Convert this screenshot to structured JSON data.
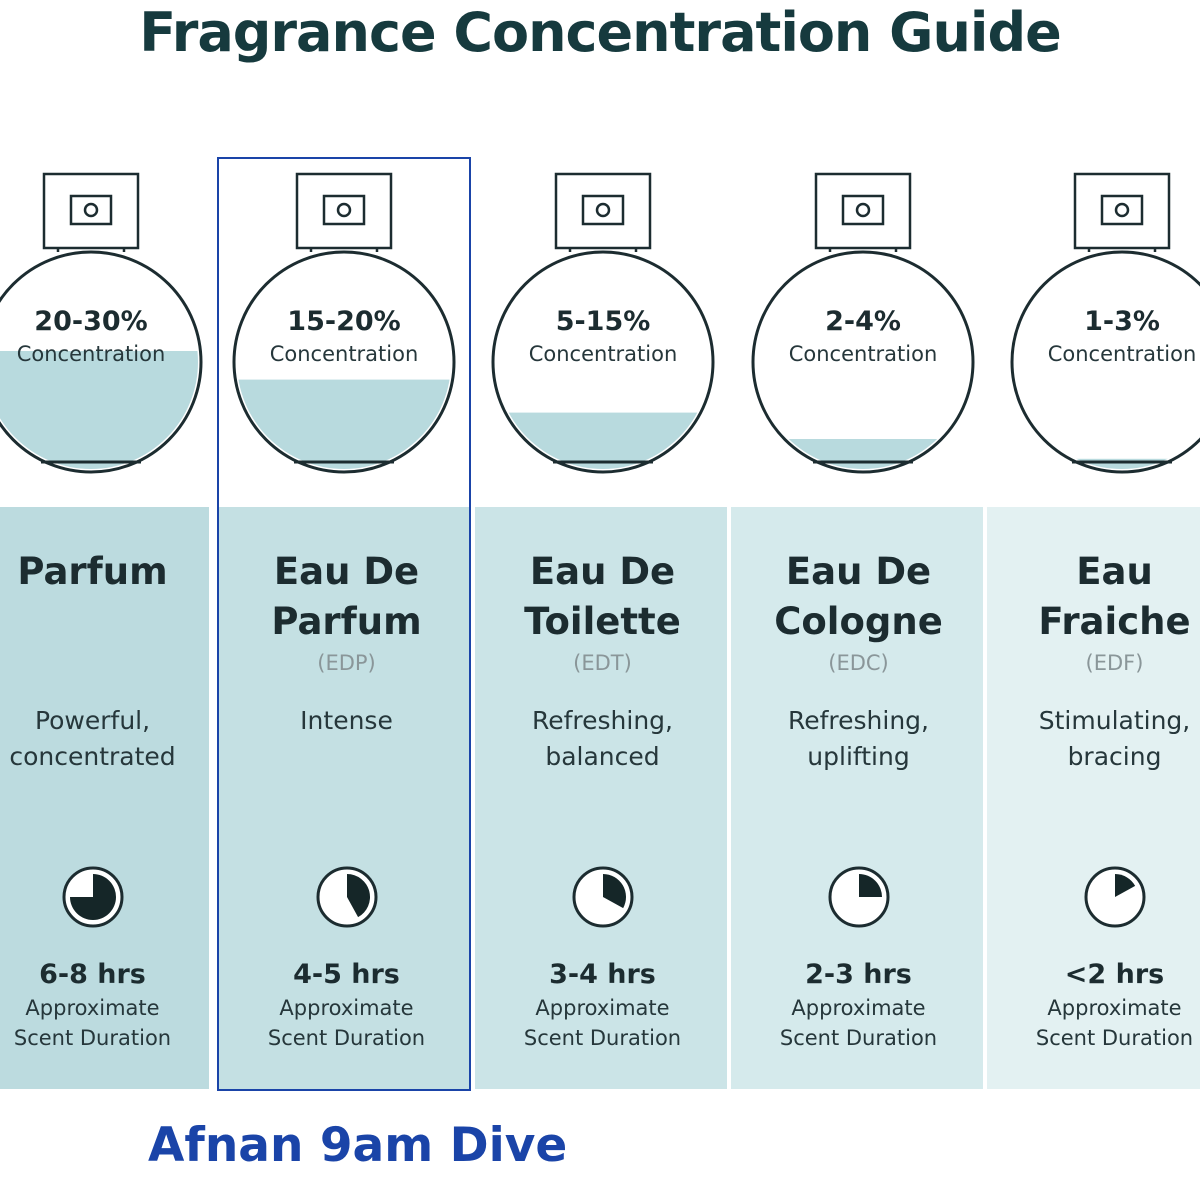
{
  "title": "Fragrance Concentration Guide",
  "caption": "Afnan 9am Dive",
  "highlighted_index": 1,
  "colors": {
    "fill": "#b8dade",
    "outline": "#1c2c30",
    "highlight": "#1a44a8"
  },
  "concentration_label": "Concentration",
  "duration_label_line1": "Approximate",
  "duration_label_line2": "Scent Duration",
  "types": [
    {
      "name_line1": "Parfum",
      "name_line2": "",
      "abbr": "",
      "concentration": "20-30%",
      "desc_line1": "Powerful,",
      "desc_line2": "concentrated",
      "duration": "6-8 hrs",
      "fill_level": 0.55,
      "clock_fraction": 0.75
    },
    {
      "name_line1": "Eau De",
      "name_line2": "Parfum",
      "abbr": "(EDP)",
      "concentration": "15-20%",
      "desc_line1": "Intense",
      "desc_line2": "",
      "duration": "4-5 hrs",
      "fill_level": 0.42,
      "clock_fraction": 0.42
    },
    {
      "name_line1": "Eau De",
      "name_line2": "Toilette",
      "abbr": "(EDT)",
      "concentration": "5-15%",
      "desc_line1": "Refreshing,",
      "desc_line2": "balanced",
      "duration": "3-4 hrs",
      "fill_level": 0.27,
      "clock_fraction": 0.33
    },
    {
      "name_line1": "Eau De",
      "name_line2": "Cologne",
      "abbr": "(EDC)",
      "concentration": "2-4%",
      "desc_line1": "Refreshing,",
      "desc_line2": "uplifting",
      "duration": "2-3 hrs",
      "fill_level": 0.15,
      "clock_fraction": 0.25
    },
    {
      "name_line1": "Eau",
      "name_line2": "Fraiche",
      "abbr": "(EDF)",
      "concentration": "1-3%",
      "desc_line1": "Stimulating,",
      "desc_line2": "bracing",
      "duration": "<2 hrs",
      "fill_level": 0.06,
      "clock_fraction": 0.17
    }
  ]
}
